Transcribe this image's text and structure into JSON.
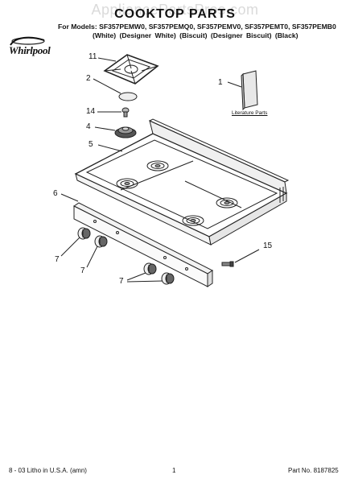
{
  "header": {
    "watermark": "AppliancePartsPros.com",
    "title": "COOKTOP PARTS",
    "models": "For Models: SF357PEMW0, SF357PEMQ0, SF357PEMV0, SF357PEMT0, SF357PEMB0",
    "variants": "(White)    (Designer White)    (Biscuit)   (Designer Biscuit)    (Black)",
    "brand": "Whirlpool"
  },
  "parts": {
    "literature_label": "Literature Parts",
    "callouts": {
      "c11": "11",
      "c2": "2",
      "c1": "1",
      "c14": "14",
      "c4": "4",
      "c5": "5",
      "c6": "6",
      "c7a": "7",
      "c7b": "7",
      "c7c": "7",
      "c15": "15"
    }
  },
  "footer": {
    "left": "8 - 03 Litho in U.S.A. (amn)",
    "page": "1",
    "part_no": "Part No. 8187825"
  }
}
